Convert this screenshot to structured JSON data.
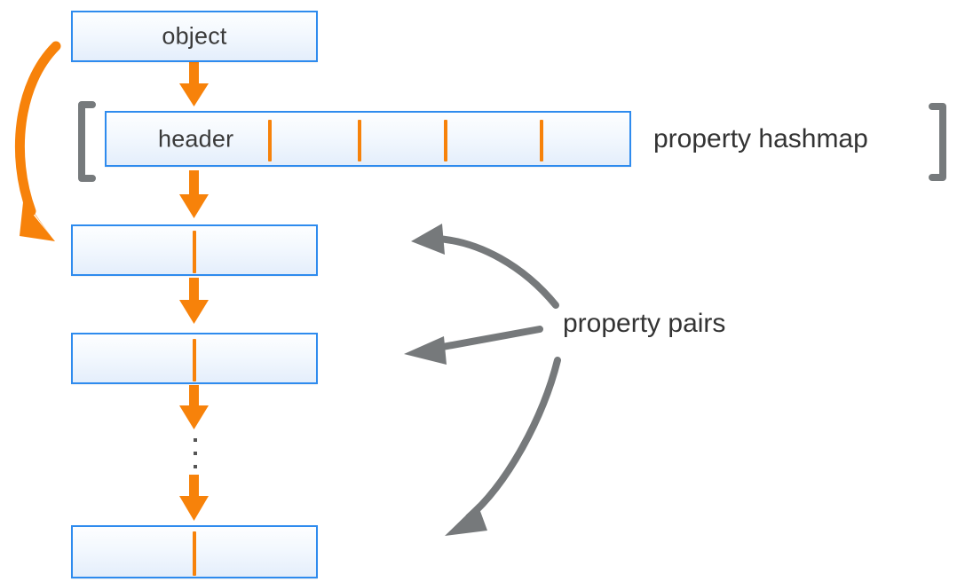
{
  "diagram": {
    "title": "object property hashmap layout",
    "colors": {
      "box_border": "#2e8bee",
      "box_fill_top": "#fdfeff",
      "box_fill_bottom": "#e4eefb",
      "orange": "#f7820a",
      "gray_arrow": "#76797b",
      "bracket_gray": "#767a7c",
      "text": "#333333"
    },
    "boxes": [
      {
        "name": "object",
        "label": "object"
      },
      {
        "name": "hashmap",
        "label": "header"
      },
      {
        "name": "pair-1",
        "label": ""
      },
      {
        "name": "pair-2",
        "label": ""
      },
      {
        "name": "pair-n",
        "label": ""
      }
    ],
    "captions": {
      "property_hashmap": "property hashmap",
      "property_pairs": "property pairs"
    },
    "hashmap_slot_count": 4,
    "ellipsis_dot_count": 3
  }
}
